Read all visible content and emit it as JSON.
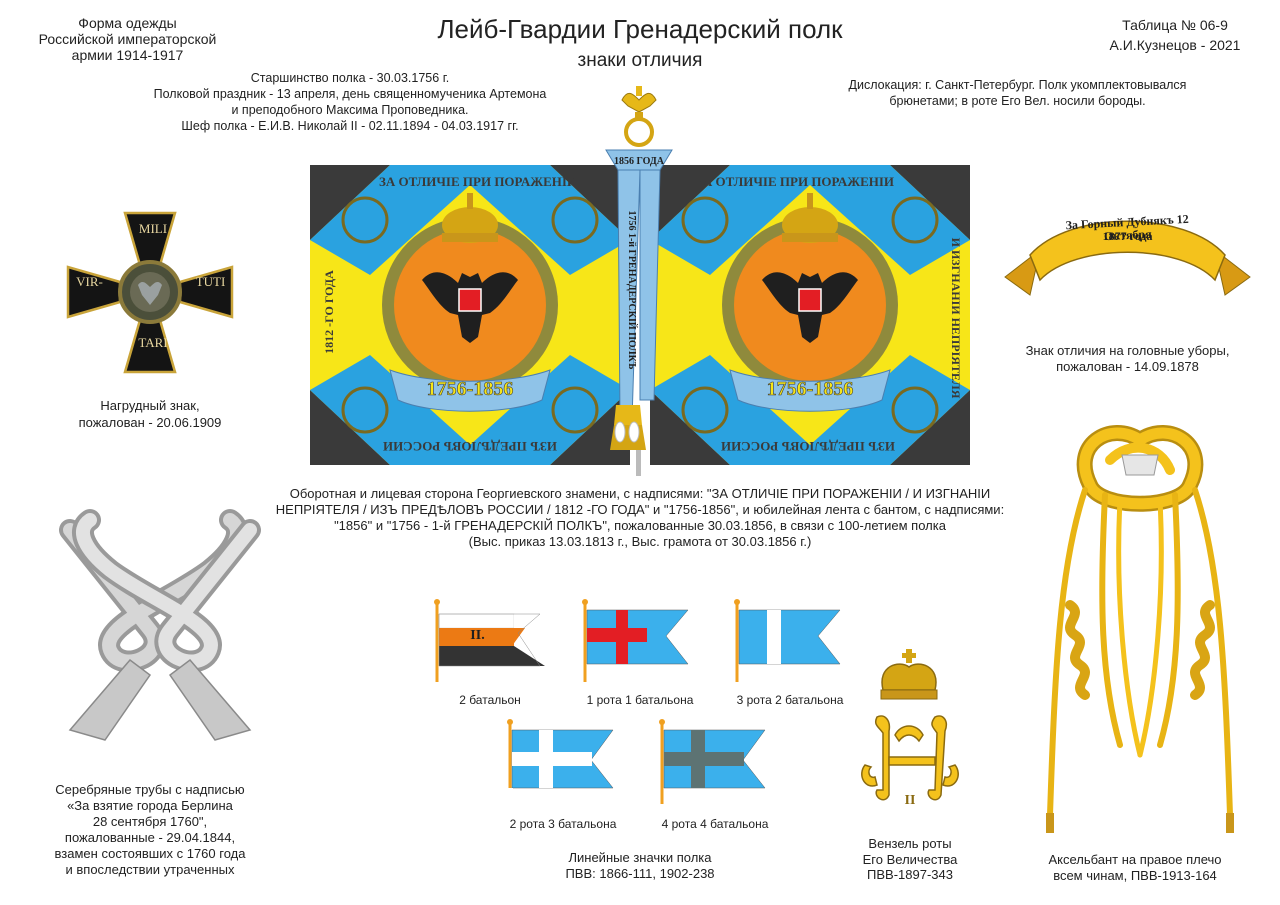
{
  "header": {
    "left_lines": [
      "Форма одежды",
      "Российской императорской",
      "армии  1914-1917"
    ],
    "title": "Лейб-Гвардии Гренадерский полк",
    "subtitle": "знаки отличия",
    "right_lines": [
      "Таблица № 06-9",
      "А.И.Кузнецов - 2021"
    ]
  },
  "info": {
    "history_lines": [
      "Старшинство полка - 30.03.1756 г.",
      "Полковой праздник - 13 апреля, день священномученика Артемона",
      "и преподобного Максима Проповедника.",
      "Шеф полка - Е.И.В. Николай II - 02.11.1894 - 04.03.1917 гг."
    ],
    "dislocation_lines": [
      "Дислокация: г. Санкт-Петербург. Полк укомплектовывался",
      "брюнетами;  в роте  Его Вел. носили бороды."
    ]
  },
  "banner": {
    "top_inscription": "ЗА ОТЛИЧІЕ ПРИ ПОРАЖЕНІИ",
    "bottom_inscription": "ИЗЪ ПРЕДѢЛОВЪ РОССИИ",
    "left_inscription": "1812 -ГО ГОДА",
    "right_inscription": "И ИЗГНАНІИ НЕПРІЯТЕЛЯ",
    "ribbon_dates": "1756-1856",
    "streamer_top": "1856 ГОДА",
    "streamer_text": "1756 1-й ГРЕНАДЕРСКІЙ ПОЛКЪ",
    "caption_lines": [
      "Оборотная и лицевая сторона Георгиевского знамени, с надписями: \"ЗА ОТЛИЧІЕ ПРИ ПОРАЖЕНІИ / И ИЗГНАНІИ",
      "НЕПРІЯТЕЛЯ / ИЗЪ ПРЕДѢЛОВЪ РОССИИ / 1812 -ГО ГОДА\" и \"1756-1856\", и юбилейная лента с бантом, с надписями:",
      "\"1856\" и \"1756 - 1-й ГРЕНАДЕРСКІЙ ПОЛКЪ\", пожалованные 30.03.1856, в связи с 100-летием полка",
      "(Выс. приказ 13.03.1813 г., Выс. грамота от 30.03.1856 г.)"
    ]
  },
  "badge": {
    "top": "MILI",
    "left": "VIR-",
    "right": "TUTI",
    "bottom": "TARI",
    "caption_lines": [
      "Нагрудный знак,",
      "пожалован - 20.06.1909"
    ]
  },
  "headgear": {
    "ribbon_line1": "За Горный Дубнякъ 12 Октября",
    "ribbon_line2": "1877 года",
    "caption_lines": [
      "Знак отличия на головные уборы,",
      "пожалован - 14.09.1878"
    ]
  },
  "trumpets": {
    "caption_lines": [
      "Серебряные трубы с надписью",
      "«За взятие города Берлина",
      "28 сентября 1760\",",
      "пожалованные - 29.04.1844,",
      "взамен состоявших с 1760 года",
      "и впоследствии утраченных"
    ]
  },
  "flags": {
    "battalion2_roman": "II.",
    "items": [
      {
        "label": "2 батальон"
      },
      {
        "label": "1 рота 1 батальона"
      },
      {
        "label": "3 рота 2 батальона"
      },
      {
        "label": "2 рота 3 батальона"
      },
      {
        "label": "4 рота 4 батальона"
      }
    ],
    "caption_lines": [
      "Линейные значки полка",
      "ПВВ: 1866-111, 1902-238"
    ]
  },
  "monogram": {
    "numeral": "II",
    "caption_lines": [
      "Вензель роты",
      "Его Величества",
      "ПВВ-1897-343"
    ]
  },
  "aiguillette": {
    "caption_lines": [
      "Аксельбант на правое плечо",
      "всем чинам, ПВВ-1913-164"
    ]
  },
  "colors": {
    "yellow": "#f7e618",
    "blue": "#2aa2e0",
    "dark": "#3a3a3a",
    "orange": "#f08a1e",
    "light_blue": "#8fc3e8",
    "gold": "#f4c21c",
    "red": "#e31e24",
    "flag_blue": "#3bb0ec",
    "grey_cross": "#5d7373"
  }
}
